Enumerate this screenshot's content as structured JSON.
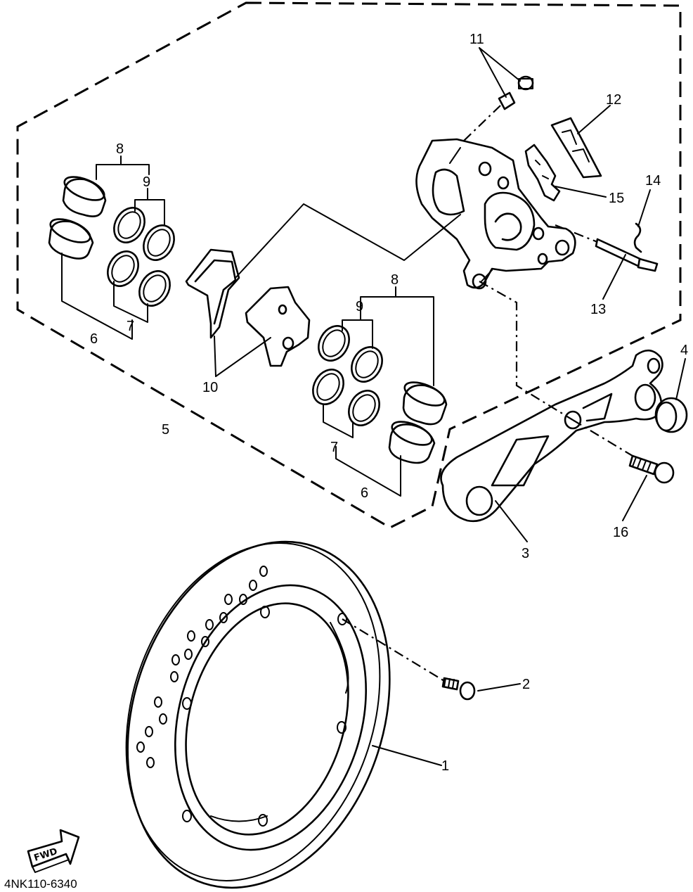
{
  "callouts": {
    "c1": "1",
    "c2": "2",
    "c3": "3",
    "c4": "4",
    "c5": "5",
    "c6a": "6",
    "c6b": "6",
    "c7a": "7",
    "c7b": "7",
    "c8a": "8",
    "c8b": "8",
    "c9a": "9",
    "c9b": "9",
    "c10": "10",
    "c11": "11",
    "c12": "12",
    "c13": "13",
    "c14": "14",
    "c15": "15",
    "c16": "16"
  },
  "fwd_label": "FWD",
  "diagram_code": "4NK110-6340"
}
